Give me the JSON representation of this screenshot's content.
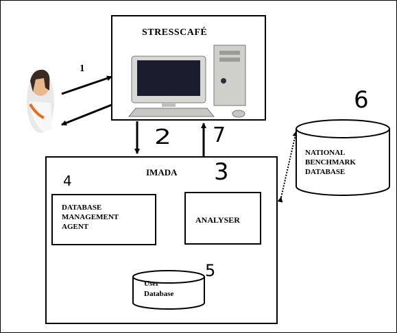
{
  "stresscafe": {
    "title": "STRESSCAFÉ"
  },
  "imada": {
    "title": "IMADA"
  },
  "dbma": {
    "line1": "DATABASE",
    "line2": "MANAGEMENT",
    "line3": "AGENT"
  },
  "analyser": {
    "label": "ANALYSER"
  },
  "user_db": {
    "line1": "User",
    "line2": "Database"
  },
  "national_db": {
    "line1": "NATIONAL",
    "line2": "BENCHMARK",
    "line3": "DATABASE"
  },
  "steps": {
    "s1": "1",
    "s2": "2",
    "s3": "3",
    "s4": "4",
    "s5": "5",
    "s6": "6",
    "s7": "7"
  },
  "colors": {
    "line": "#000000",
    "screen": "#1b1d2e",
    "case": "#cfd0cc",
    "skin": "#e9b98e"
  }
}
